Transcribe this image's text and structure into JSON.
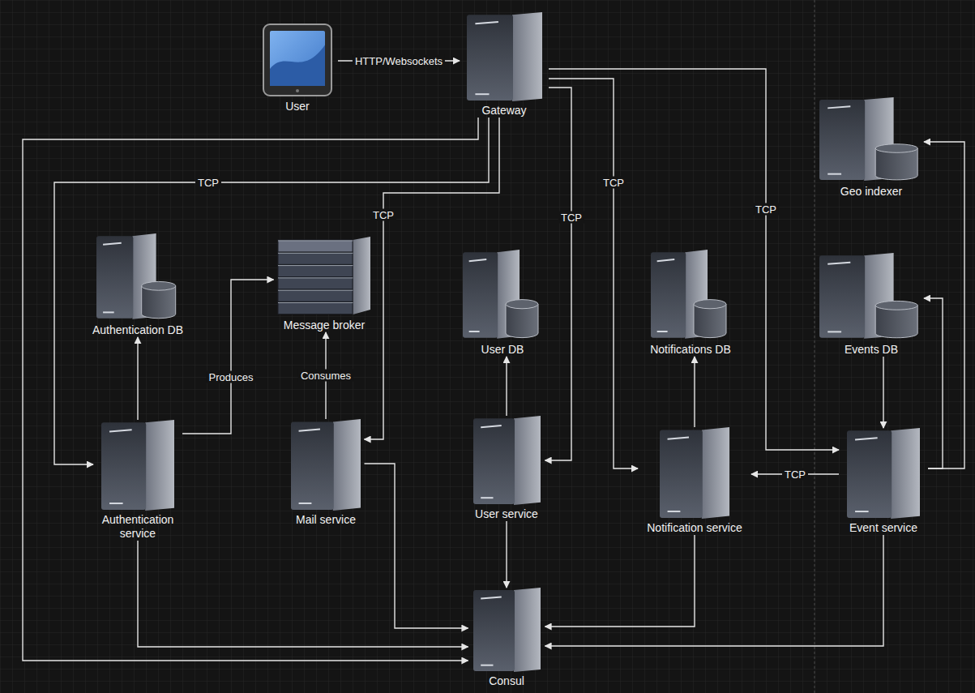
{
  "diagram": {
    "nodes": [
      {
        "text": [
          "User"
        ]
      },
      {
        "text": [
          "Gateway"
        ]
      },
      {
        "text": [
          "Geo indexer"
        ]
      },
      {
        "text": [
          "Authentication DB"
        ]
      },
      {
        "text": [
          "Message broker"
        ]
      },
      {
        "text": [
          "User DB"
        ]
      },
      {
        "text": [
          "Notifications DB"
        ]
      },
      {
        "text": [
          "Events DB"
        ]
      },
      {
        "text": [
          "Authentication service"
        ]
      },
      {
        "text": [
          "Mail service"
        ]
      },
      {
        "text": [
          "User service"
        ]
      },
      {
        "text": [
          "Notification service"
        ]
      },
      {
        "text": [
          "Event service"
        ]
      },
      {
        "text": [
          "Consul"
        ]
      }
    ],
    "edges": [
      {
        "from": 0,
        "to": 1,
        "arrow": "to",
        "label": "HTTP/Websockets"
      },
      {
        "from": 1,
        "to": 13,
        "arrow": "to"
      },
      {
        "from": 1,
        "to": 8,
        "arrow": "to",
        "label": "TCP"
      },
      {
        "from": 1,
        "to": 9,
        "arrow": "to",
        "label": "TCP"
      },
      {
        "from": 1,
        "to": 10,
        "arrow": "to",
        "label": "TCP"
      },
      {
        "from": 1,
        "to": 11,
        "arrow": "to",
        "label": "TCP"
      },
      {
        "from": 1,
        "to": 12,
        "arrow": "to",
        "label": "TCP"
      },
      {
        "from": 8,
        "to": 3,
        "arrow": "to"
      },
      {
        "from": 8,
        "to": 4,
        "arrow": "to",
        "label": "Produces"
      },
      {
        "from": 9,
        "to": 4,
        "arrow": "to",
        "label": "Consumes"
      },
      {
        "from": 10,
        "to": 5,
        "arrow": "to"
      },
      {
        "from": 10,
        "to": 13,
        "arrow": "to"
      },
      {
        "from": 11,
        "to": 6,
        "arrow": "to"
      },
      {
        "from": 12,
        "to": 11,
        "arrow": "to",
        "label": "TCP"
      },
      {
        "from": 7,
        "to": 12,
        "arrow": "to"
      },
      {
        "from": 12,
        "to": 7,
        "arrow": "to"
      },
      {
        "from": 12,
        "to": 2,
        "arrow": "to"
      },
      {
        "from": 8,
        "to": 13,
        "arrow": "to"
      },
      {
        "from": 9,
        "to": 13,
        "arrow": "to"
      },
      {
        "from": 11,
        "to": 13,
        "arrow": "to"
      },
      {
        "from": 12,
        "to": 13,
        "arrow": "to"
      }
    ]
  }
}
